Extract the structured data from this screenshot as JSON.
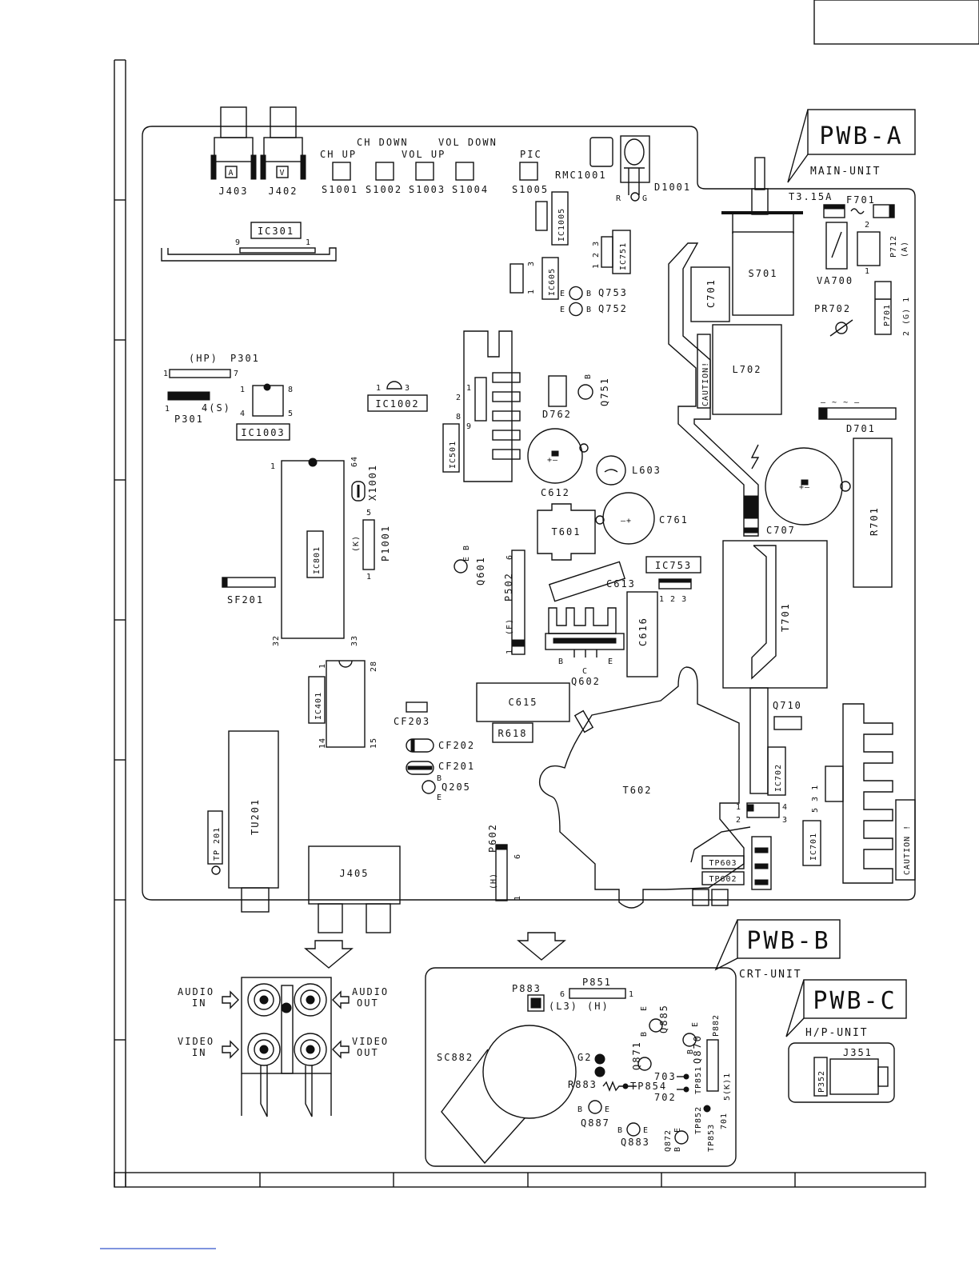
{
  "boards": {
    "pwb_a": {
      "title": "PWB-A",
      "subtitle": "MAIN-UNIT"
    },
    "pwb_b": {
      "title": "PWB-B",
      "subtitle": "CRT-UNIT"
    },
    "pwb_c": {
      "title": "PWB-C",
      "subtitle": "H/P-UNIT"
    }
  },
  "main": {
    "jacks": [
      "J403",
      "J402"
    ],
    "jack_marks": [
      "A",
      "V"
    ],
    "button_group_labels": [
      "CH UP",
      "CH DOWN",
      "VOL UP",
      "VOL DOWN",
      "PIC"
    ],
    "switches": [
      "S1001",
      "S1002",
      "S1003",
      "S1004",
      "S1005"
    ],
    "rmc": "RMC1001",
    "d1001": "D1001",
    "rg": [
      "R",
      "G"
    ],
    "fuse_rating": "T3.15A",
    "fuse": "F701",
    "ic301": "IC301",
    "ic301_pins": [
      "9",
      "1"
    ],
    "ic1005": "IC1005",
    "ic751": "IC751",
    "ic751_pins": "1 2 3",
    "ic605": "IC605",
    "ic605_pins": [
      "1",
      "3"
    ],
    "q753": "Q753",
    "q752": "Q752",
    "eb": [
      "E",
      "B"
    ],
    "s701": "S701",
    "c701": "C701",
    "va700": "VA700",
    "p712": "P712",
    "p712_suffix": "(A)",
    "p712_pins": [
      "2",
      "1"
    ],
    "pr702": "PR702",
    "p701": "P701",
    "p701_suffix": "2 (G) 1",
    "l702": "L702",
    "caution": "CAUTION!",
    "caution2": "CAUTION !",
    "d701": "D701",
    "d701_marks": "–  ~  ~  –",
    "p301_hp": "(HP)",
    "p301": "P301",
    "p301_pins": [
      "1",
      "7"
    ],
    "p301s": "P301",
    "p301s_suffix": "4(S)",
    "p301s_pin": "1",
    "ic1003": "IC1003",
    "ic1003_pins": [
      "1",
      "8",
      "4",
      "5"
    ],
    "ic1002": "IC1002",
    "ic1002_pins": [
      "1",
      "3"
    ],
    "ic501": "IC501",
    "ic501_pins": [
      "1",
      "2",
      "8",
      "9"
    ],
    "d762": "D762",
    "q751": "Q751",
    "q751_b": "B",
    "c612": "C612",
    "l603": "L603",
    "c761": "C761",
    "t601": "T601",
    "c707": "C707",
    "r701": "R701",
    "ic801": "IC801",
    "ic801_pins": [
      "1",
      "64",
      "32",
      "33"
    ],
    "x1001": "X1001",
    "p1001": "P1001",
    "p1001_k": "(K)",
    "p1001_pins": [
      "5",
      "1"
    ],
    "sf201": "SF201",
    "q601": "Q601",
    "q601_pins": "E  B",
    "p502": "P502",
    "p502_f": "(F)",
    "p502_pins": [
      "6",
      "1"
    ],
    "c613": "C613",
    "ic753": "IC753",
    "ic753_pins": "1 2 3",
    "c616": "C616",
    "q602": "Q602",
    "q602_pins": [
      "B",
      "C",
      "E"
    ],
    "t701": "T701",
    "ic401": "IC401",
    "ic401_pins": [
      "1",
      "28",
      "14",
      "15"
    ],
    "cf203": "CF203",
    "c615": "C615",
    "r618": "R618",
    "q710": "Q710",
    "cf202": "CF202",
    "cf201": "CF201",
    "q205": "Q205",
    "q205_pins": [
      "B",
      "E"
    ],
    "t602": "T602",
    "ic702": "IC702",
    "ic702_pins": [
      "2",
      "1",
      "4",
      "3"
    ],
    "ic701": "IC701",
    "ic701_pins": "5  3  1",
    "tu201": "TU201",
    "tp201": "TP 201",
    "j405": "J405",
    "p602": "P602",
    "p602_h": "(H)",
    "p602_pins": [
      "6",
      "1"
    ],
    "tp603": "TP603",
    "tp602": "TP602"
  },
  "av_panel": {
    "audio_in": [
      "AUDIO",
      "IN"
    ],
    "audio_out": [
      "AUDIO",
      "OUT"
    ],
    "video_in": [
      "VIDEO",
      "IN"
    ],
    "video_out": [
      "VIDEO",
      "OUT"
    ]
  },
  "crt": {
    "p883": "P883",
    "p883_l3": "(L3)",
    "p851": "P851",
    "p851_h": "(H)",
    "p851_pins": [
      "6",
      "1"
    ],
    "sc882": "SC882",
    "g2": "G2",
    "r883": "R883",
    "tp854": "TP854",
    "q885": "Q885",
    "q871": "Q871",
    "q870": "Q870",
    "p882": "P882",
    "p882_k": "5(K)1",
    "tp851": "TP851",
    "tp852": "TP852",
    "tp853": "TP853",
    "n703": "703",
    "n702": "702",
    "n701": "701",
    "q887": "Q887",
    "q883": "Q883",
    "q872": "Q872",
    "be": [
      "B",
      "E"
    ]
  },
  "hp": {
    "j351": "J351",
    "p352": "P352"
  }
}
